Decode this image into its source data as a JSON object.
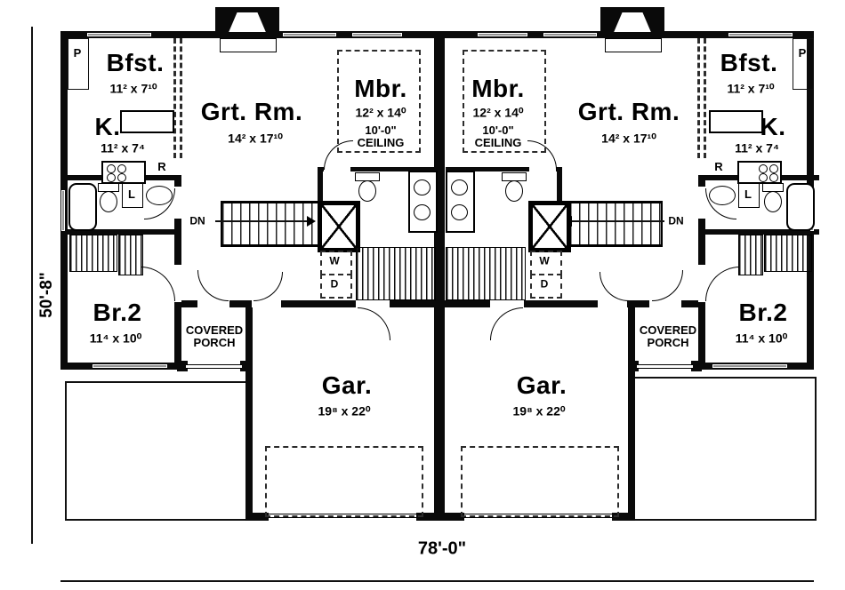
{
  "plan": {
    "overall_width": "78'-0\"",
    "overall_depth": "50'-8\""
  },
  "rooms": {
    "breakfast": {
      "label": "Bfst.",
      "size": "11² x 7¹⁰"
    },
    "kitchen": {
      "label": "K.",
      "size": "11² x 7⁴"
    },
    "great_room": {
      "label": "Grt. Rm.",
      "size": "14² x 17¹⁰"
    },
    "master_bedroom": {
      "label": "Mbr.",
      "size": "12² x 14⁰",
      "ceiling_height": "10'-0\"",
      "ceiling_word": "CEILING"
    },
    "bedroom2": {
      "label": "Br.2",
      "size": "11⁴ x 10⁰"
    },
    "garage": {
      "label": "Gar.",
      "size": "19⁸ x 22⁰"
    },
    "covered_porch": {
      "line1": "COVERED",
      "line2": "PORCH"
    }
  },
  "markers": {
    "pantry": "P",
    "refrigerator": "R",
    "linen": "L",
    "washer": "W",
    "dryer": "D",
    "stairs_down": "DN"
  }
}
